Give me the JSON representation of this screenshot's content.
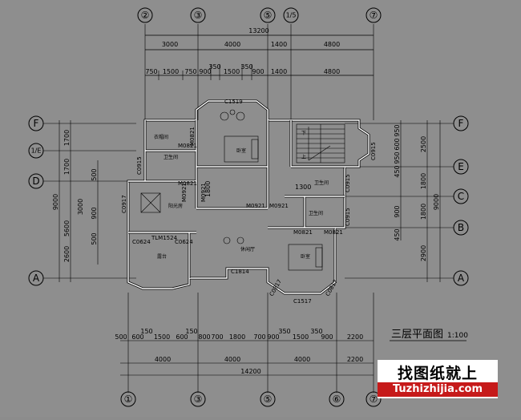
{
  "title": "三层平面图",
  "scale": "1:100",
  "watermark": {
    "cn": "找图纸就上",
    "en": "Tuzhizhijia.com"
  },
  "axes_top": [
    "②",
    "③",
    "⑤",
    "1/5",
    "⑦"
  ],
  "axes_bottom": [
    "①",
    "③",
    "⑤",
    "⑥",
    "⑦"
  ],
  "axes_left": [
    "F",
    "1/E",
    "D",
    "A"
  ],
  "axes_right": [
    "F",
    "E",
    "C",
    "B",
    "A"
  ],
  "dims_top": {
    "total": "13200",
    "row1": [
      "3000",
      "4000",
      "1400",
      "4800"
    ],
    "row2": [
      "750",
      "1500",
      "750",
      "900",
      "350",
      "1500",
      "350",
      "900",
      "1400",
      "4800"
    ]
  },
  "dims_bottom": {
    "row1": [
      "500",
      "600",
      "150",
      "1500",
      "600",
      "150",
      "800",
      "700",
      "1800",
      "700",
      "900",
      "350",
      "1500",
      "350",
      "900",
      "2200"
    ],
    "row2": [
      "4000",
      "4000",
      "4000",
      "2200"
    ],
    "total": "14200"
  },
  "dims_left": {
    "outer": [
      "1700",
      "1700",
      "5600",
      "2600"
    ],
    "inner": [
      "500",
      "3000",
      "900",
      "500"
    ],
    "total": "9000"
  },
  "dims_right": {
    "outer": [
      "2500",
      "1800",
      "1800",
      "2900"
    ],
    "inner": [
      "950",
      "600",
      "950",
      "450",
      "900",
      "450"
    ],
    "total": "9000"
  },
  "windows": [
    "C1519",
    "C0915",
    "C0917",
    "C0624",
    "C0624",
    "TLM1524",
    "C1814",
    "C1517",
    "C0817",
    "C0817",
    "C0915",
    "C0915",
    "C0915"
  ],
  "doors": [
    "M0821",
    "M0821",
    "M0921",
    "M0921",
    "M0921",
    "M0821",
    "M0821",
    "M0921",
    "M0821"
  ],
  "rooms": [
    "卧室",
    "卧室",
    "卫生间",
    "卫生间",
    "卫生间",
    "衣帽间",
    "阳光房",
    "露台",
    "休闲厅"
  ],
  "labels": {
    "stair_down": "下",
    "stair_up": "上",
    "dim_1300": "1300",
    "dim_1800": "1800"
  }
}
